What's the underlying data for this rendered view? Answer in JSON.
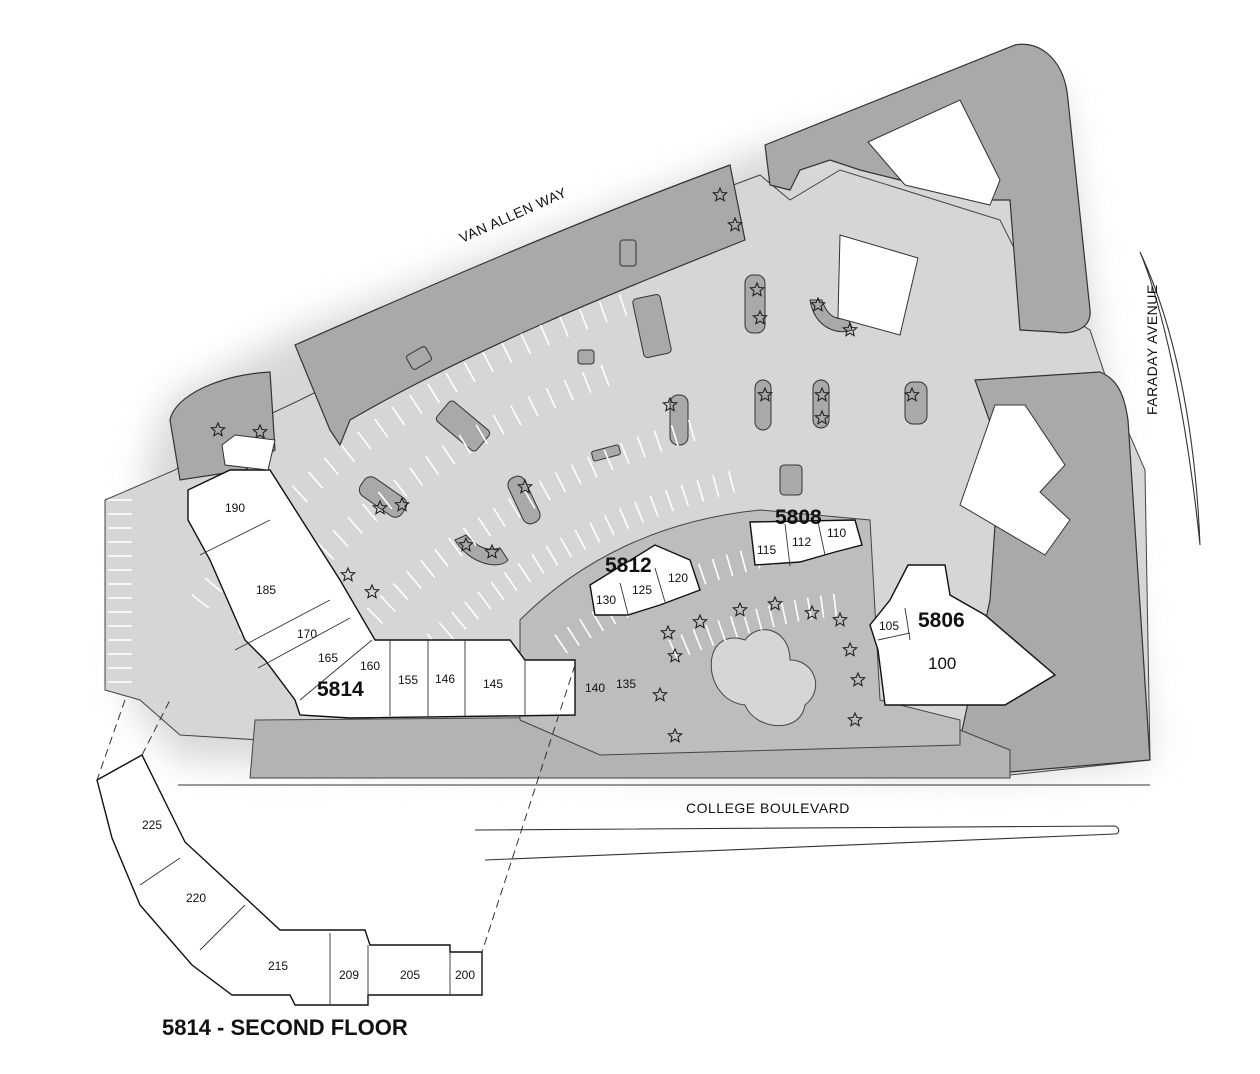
{
  "roads": {
    "van_allen": "VAN ALLEN WAY",
    "faraday": "FARADAY AVENUE",
    "college": "COLLEGE BOULEVARD"
  },
  "buildings": {
    "b5814": "5814",
    "b5812": "5812",
    "b5808": "5808",
    "b5806": "5806"
  },
  "units_first_floor": {
    "u190": "190",
    "u185": "185",
    "u170": "170",
    "u165": "165",
    "u160": "160",
    "u155": "155",
    "u146": "146",
    "u145": "145",
    "u140": "140",
    "u135": "135",
    "u130": "130",
    "u125": "125",
    "u120": "120",
    "u115": "115",
    "u112": "112",
    "u110": "110",
    "u105": "105",
    "u100": "100"
  },
  "second_floor": {
    "title": "5814 - SECOND FLOOR",
    "u225": "225",
    "u220": "220",
    "u215": "215",
    "u209": "209",
    "u205": "205",
    "u200": "200"
  },
  "colors": {
    "dark_landscape": "#a9a9a9",
    "light_paving": "#d6d6d6",
    "plaza": "#bdbdbd",
    "building_fill": "#ffffff"
  }
}
